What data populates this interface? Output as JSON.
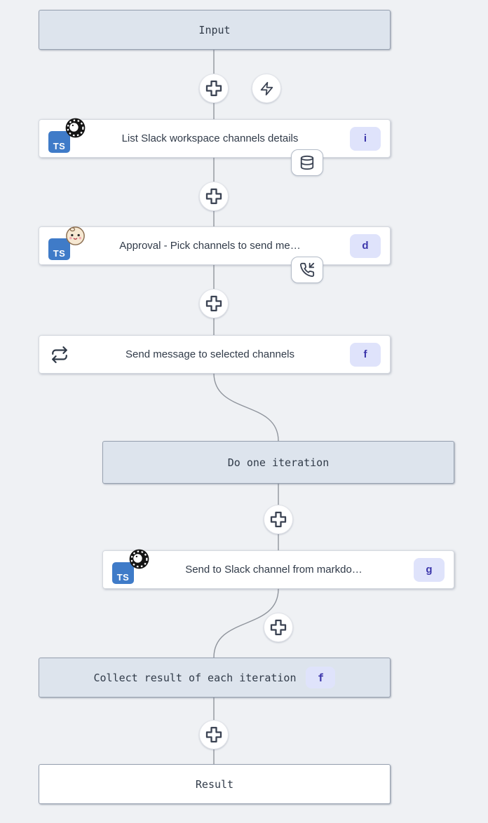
{
  "app": {
    "view": "flow-graph"
  },
  "colors": {
    "canvas_bg": "#eff1f4",
    "header_box_bg": "#dde4ed",
    "header_box_border": "#97a1b0",
    "node_bg": "#ffffff",
    "node_border": "#d6dae0",
    "badge_bg": "#dfe3fb",
    "badge_text": "#3c36ab",
    "text": "#313b49",
    "connector": "#8f949c",
    "ts_blue": "#3f7bc8"
  },
  "icons": {
    "add_step": "plus-icon",
    "add_trigger": "zap-icon",
    "cache": "database-icon",
    "approval": "phone-incoming-icon",
    "loop": "repeat-icon",
    "lang_deno": "deno-logo",
    "lang_bun": "bun-logo",
    "lang_ts": "typescript-badge"
  },
  "flow": {
    "ts_label": "TS",
    "input": {
      "label": "Input"
    },
    "steps": {
      "list_channels": {
        "label": "List Slack workspace channels details",
        "badge": "i"
      },
      "approval": {
        "label": "Approval - Pick channels to send me…",
        "badge": "d"
      },
      "forloop": {
        "label": "Send message to selected channels",
        "badge": "f"
      },
      "do_iteration": {
        "label": "Do one iteration"
      },
      "send_markdown": {
        "label": "Send to Slack channel from markdo…",
        "badge": "g"
      },
      "collect": {
        "label": "Collect result of each iteration",
        "badge": "f"
      }
    },
    "result": {
      "label": "Result"
    }
  }
}
